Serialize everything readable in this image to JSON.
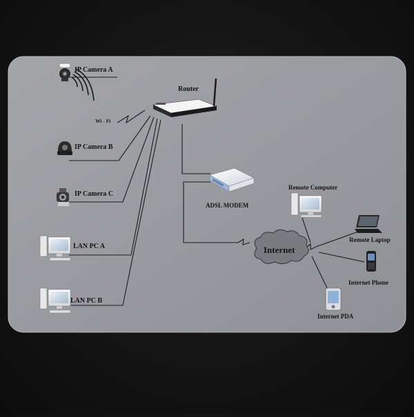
{
  "colors": {
    "background": "#151515",
    "panel": "#9a9ba0",
    "line": "#1c1c1c",
    "cloud": "#7a7b80",
    "text": "#141414"
  },
  "devices": {
    "ip_camera_a": {
      "label": "IP Camera  A",
      "icon": "ptz-camera-icon"
    },
    "ip_camera_b": {
      "label": "IP Camera  B",
      "icon": "dome-camera-icon"
    },
    "ip_camera_c": {
      "label": "IP Camera  C",
      "icon": "box-camera-icon"
    },
    "lan_pc_a": {
      "label": "LAN PC  A",
      "icon": "desktop-pc-icon"
    },
    "lan_pc_b": {
      "label": "LAN PC  B",
      "icon": "desktop-pc-icon"
    },
    "router": {
      "label": "Router",
      "icon": "wireless-router-icon"
    },
    "wifi": {
      "label": "Wi - Fi",
      "icon": "wifi-waves-icon"
    },
    "adsl_modem": {
      "label": "ADSL MODEM",
      "icon": "adsl-modem-icon"
    },
    "internet": {
      "label": "Internet",
      "icon": "cloud-icon"
    },
    "remote_computer": {
      "label": "Remote Computer",
      "icon": "desktop-pc-icon"
    },
    "remote_laptop": {
      "label": "Remote Laptop",
      "icon": "laptop-icon"
    },
    "internet_phone": {
      "label": "Internet Phone",
      "icon": "mobile-phone-icon"
    },
    "internet_pda": {
      "label": "Internet PDA",
      "icon": "pda-icon"
    }
  }
}
